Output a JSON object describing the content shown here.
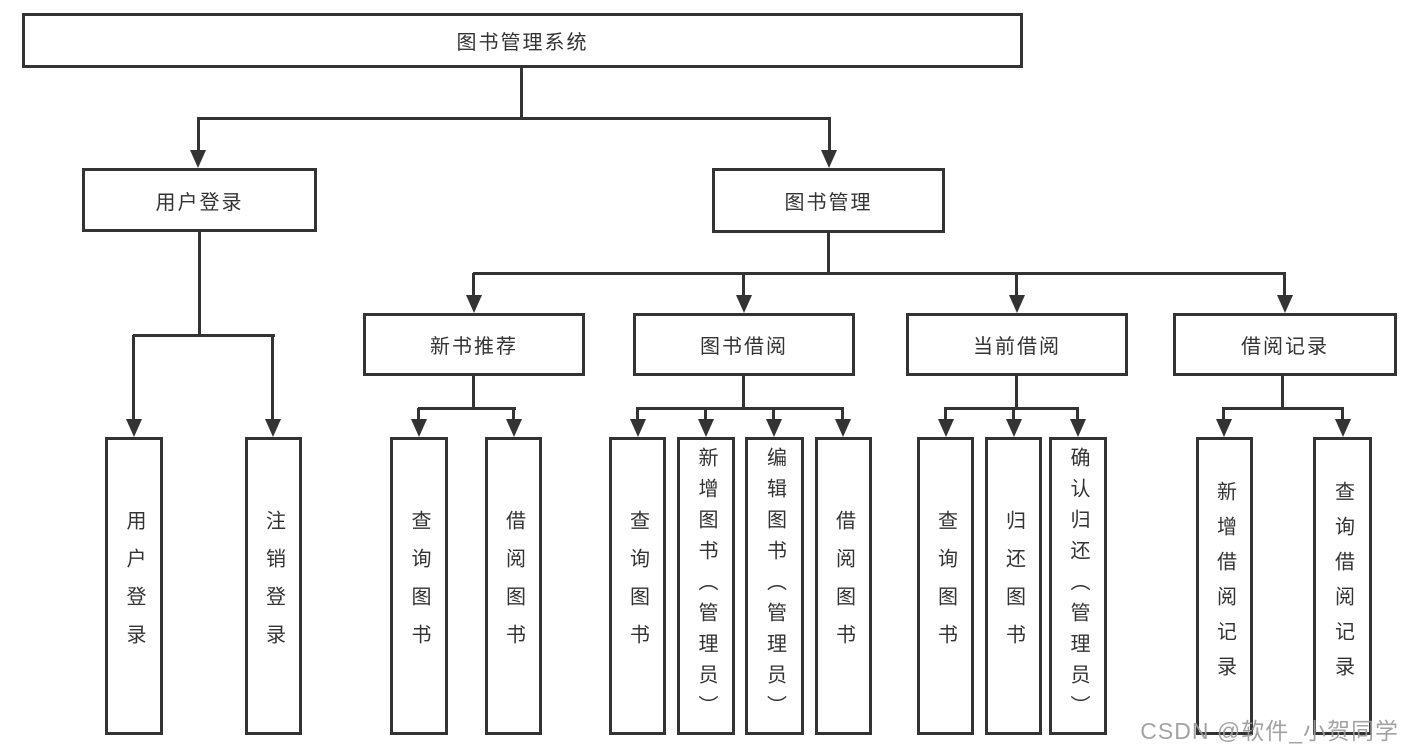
{
  "tree": {
    "root": {
      "label": "图书管理系统"
    },
    "branches": [
      {
        "label": "用户登录",
        "children": [
          {
            "label": "用户登录"
          },
          {
            "label": "注销登录"
          }
        ]
      },
      {
        "label": "图书管理",
        "children": [
          {
            "label": "新书推荐",
            "children": [
              {
                "label": "查询图书"
              },
              {
                "label": "借阅图书"
              }
            ]
          },
          {
            "label": "图书借阅",
            "children": [
              {
                "label": "查询图书"
              },
              {
                "label": "新增图书（管理员）"
              },
              {
                "label": "编辑图书（管理员）"
              },
              {
                "label": "借阅图书"
              }
            ]
          },
          {
            "label": "当前借阅",
            "children": [
              {
                "label": "查询图书"
              },
              {
                "label": "归还图书"
              },
              {
                "label": "确认归还（管理员）"
              }
            ]
          },
          {
            "label": "借阅记录",
            "children": [
              {
                "label": "新增借阅记录"
              },
              {
                "label": "查询借阅记录"
              }
            ]
          }
        ]
      }
    ]
  },
  "watermark": "CSDN @软件_小贺同学",
  "colors": {
    "line": "#333333",
    "text": "#333333",
    "watermark": "#9b9b9b",
    "background": "#ffffff"
  }
}
